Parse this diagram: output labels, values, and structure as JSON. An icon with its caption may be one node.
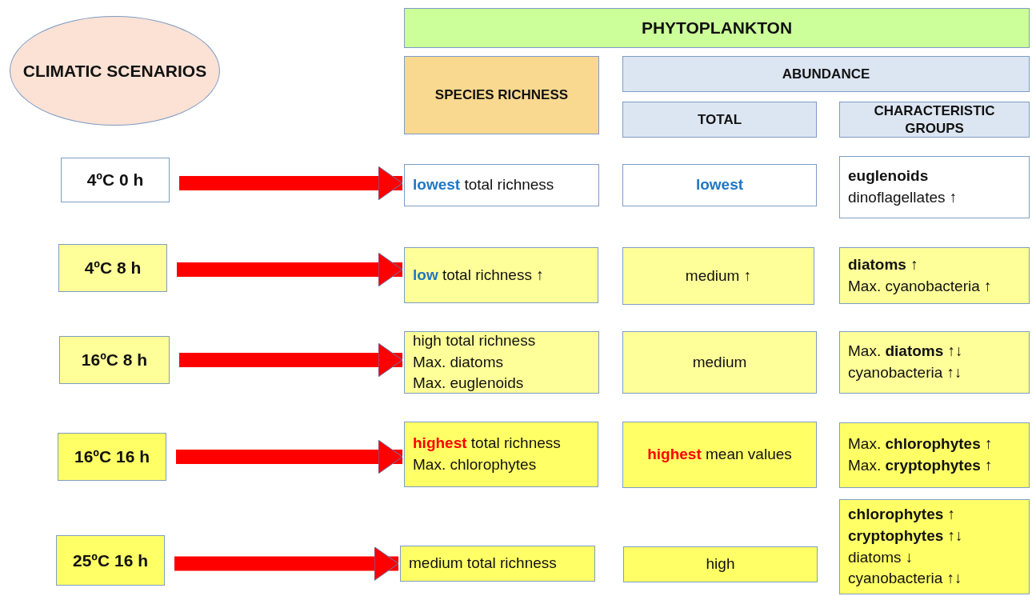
{
  "diagram": {
    "nodes": [
      {
        "text": [
          "CLIMATIC SCENARIOS"
        ]
      },
      {
        "text": [
          "PHYTOPLANKTON"
        ]
      },
      {
        "text": [
          "SPECIES RICHNESS"
        ]
      },
      {
        "text": [
          "ABUNDANCE"
        ]
      },
      {
        "text": [
          "TOTAL"
        ]
      },
      {
        "text": [
          "CHARACTERISTIC GROUPS"
        ]
      },
      {
        "text": [
          "4ºC 0 h"
        ]
      },
      {
        "text": [
          "**lowest** total richness"
        ]
      },
      {
        "text": [
          "**lowest**"
        ]
      },
      {
        "text": [
          "**euglenoids**",
          "dinoflagellates ↑"
        ]
      },
      {
        "text": [
          "4ºC 8 h"
        ]
      },
      {
        "text": [
          "**low** total richness ↑"
        ]
      },
      {
        "text": [
          "medium ↑"
        ]
      },
      {
        "text": [
          "**diatoms** ↑",
          "Max. cyanobacteria ↑"
        ]
      },
      {
        "text": [
          "16ºC 8 h"
        ]
      },
      {
        "text": [
          "high total richness",
          "Max. diatoms",
          "Max. euglenoids"
        ]
      },
      {
        "text": [
          "medium"
        ]
      },
      {
        "text": [
          "Max. **diatoms** ↑↓",
          "cyanobacteria ↑↓"
        ]
      },
      {
        "text": [
          "16ºC 16 h"
        ]
      },
      {
        "text": [
          "**highest** total richness",
          "Max. chlorophytes"
        ]
      },
      {
        "text": [
          "**highest** mean values"
        ]
      },
      {
        "text": [
          "Max. **chlorophytes** ↑",
          "Max. **cryptophytes** ↑"
        ]
      },
      {
        "text": [
          "25ºC 16 h"
        ]
      },
      {
        "text": [
          "medium total richness"
        ]
      },
      {
        "text": [
          "high"
        ]
      },
      {
        "text": [
          "**chlorophytes** ↑",
          "**cryptophytes** ↑↓",
          "diatoms ↓",
          "cyanobacteria ↑↓"
        ]
      }
    ],
    "edges": [
      {
        "from": 6,
        "to": 7,
        "arrow": "to"
      },
      {
        "from": 10,
        "to": 11,
        "arrow": "to"
      },
      {
        "from": 14,
        "to": 15,
        "arrow": "to"
      },
      {
        "from": 18,
        "to": 19,
        "arrow": "to"
      },
      {
        "from": 22,
        "to": 23,
        "arrow": "to"
      }
    ]
  }
}
